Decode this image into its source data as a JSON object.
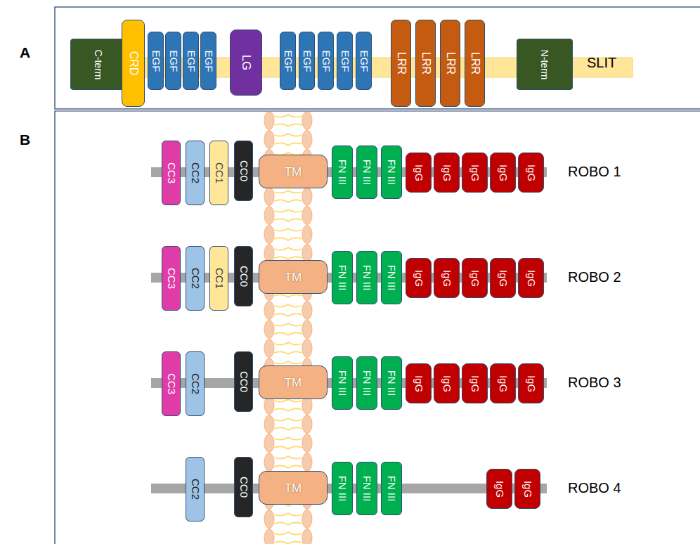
{
  "diagram": {
    "nodes": [
      {
        "text": [
          "C-term"
        ]
      },
      {
        "text": [
          "CRD"
        ]
      },
      {
        "text": [
          "EGF"
        ]
      },
      {
        "text": [
          "EGF"
        ]
      },
      {
        "text": [
          "EGF"
        ]
      },
      {
        "text": [
          "EGF"
        ]
      },
      {
        "text": [
          "LG"
        ]
      },
      {
        "text": [
          "EGF"
        ]
      },
      {
        "text": [
          "EGF"
        ]
      },
      {
        "text": [
          "EGF"
        ]
      },
      {
        "text": [
          "EGF"
        ]
      },
      {
        "text": [
          "EGF"
        ]
      },
      {
        "text": [
          "LRR"
        ]
      },
      {
        "text": [
          "LRR"
        ]
      },
      {
        "text": [
          "LRR"
        ]
      },
      {
        "text": [
          "LRR"
        ]
      },
      {
        "text": [
          "N-term"
        ]
      },
      {
        "text": [
          "CC3"
        ]
      },
      {
        "text": [
          "CC2"
        ]
      },
      {
        "text": [
          "CC1"
        ]
      },
      {
        "text": [
          "CC0"
        ]
      },
      {
        "text": [
          "TM"
        ]
      },
      {
        "text": [
          "FN III"
        ]
      },
      {
        "text": [
          "FN III"
        ]
      },
      {
        "text": [
          "FN III"
        ]
      },
      {
        "text": [
          "IgG"
        ]
      },
      {
        "text": [
          "IgG"
        ]
      },
      {
        "text": [
          "IgG"
        ]
      },
      {
        "text": [
          "IgG"
        ]
      },
      {
        "text": [
          "IgG"
        ]
      },
      {
        "text": [
          "CC3"
        ]
      },
      {
        "text": [
          "CC2"
        ]
      },
      {
        "text": [
          "CC1"
        ]
      },
      {
        "text": [
          "CC0"
        ]
      },
      {
        "text": [
          "TM"
        ]
      },
      {
        "text": [
          "FN III"
        ]
      },
      {
        "text": [
          "FN III"
        ]
      },
      {
        "text": [
          "FN III"
        ]
      },
      {
        "text": [
          "IgG"
        ]
      },
      {
        "text": [
          "IgG"
        ]
      },
      {
        "text": [
          "IgG"
        ]
      },
      {
        "text": [
          "IgG"
        ]
      },
      {
        "text": [
          "IgG"
        ]
      },
      {
        "text": [
          "CC3"
        ]
      },
      {
        "text": [
          "CC2"
        ]
      },
      {
        "text": [
          "CC0"
        ]
      },
      {
        "text": [
          "TM"
        ]
      },
      {
        "text": [
          "FN III"
        ]
      },
      {
        "text": [
          "FN III"
        ]
      },
      {
        "text": [
          "FN III"
        ]
      },
      {
        "text": [
          "IgG"
        ]
      },
      {
        "text": [
          "IgG"
        ]
      },
      {
        "text": [
          "IgG"
        ]
      },
      {
        "text": [
          "IgG"
        ]
      },
      {
        "text": [
          "IgG"
        ]
      },
      {
        "text": [
          "CC2"
        ]
      },
      {
        "text": [
          "CC0"
        ]
      },
      {
        "text": [
          "TM"
        ]
      },
      {
        "text": [
          "FN III"
        ]
      },
      {
        "text": [
          "FN III"
        ]
      },
      {
        "text": [
          "FN III"
        ]
      },
      {
        "text": [
          "IgG"
        ]
      },
      {
        "text": [
          "IgG"
        ]
      }
    ],
    "labels": [
      "A",
      "SLIT",
      "B",
      "ROBO 1",
      "ROBO 2",
      "ROBO 3",
      "ROBO 4"
    ]
  }
}
